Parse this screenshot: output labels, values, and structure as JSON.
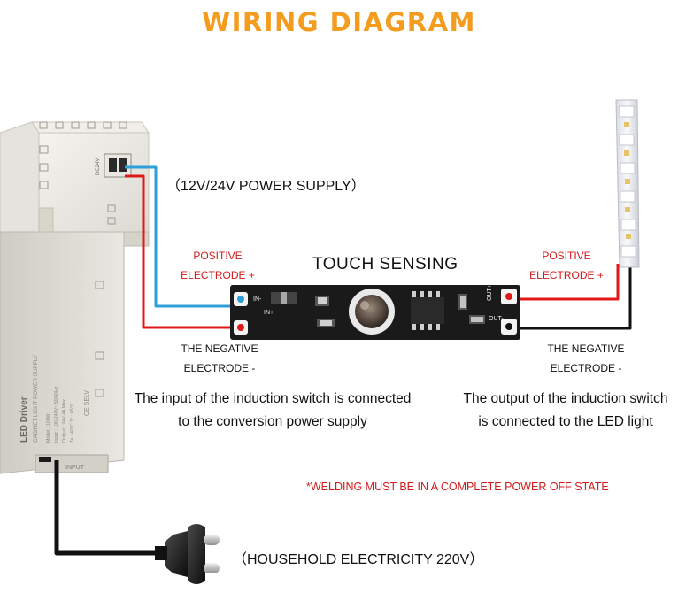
{
  "title": "WIRING DIAGRAM",
  "labels": {
    "power_supply": "（12V/24V POWER SUPPLY）",
    "touch_sensing": "TOUCH SENSING",
    "positive_left": [
      "POSITIVE",
      "ELECTRODE +"
    ],
    "positive_right": [
      "POSITIVE",
      "ELECTRODE +"
    ],
    "negative_left": [
      "THE NEGATIVE",
      "ELECTRODE -"
    ],
    "negative_right": [
      "THE NEGATIVE",
      "ELECTRODE -"
    ],
    "input_description": [
      "The input of the induction switch is connected",
      "to the conversion power supply"
    ],
    "output_description": [
      "The output of the induction switch",
      "is connected to the LED light"
    ],
    "warning": "*WELDING MUST BE IN A COMPLETE POWER OFF STATE",
    "household": "（HOUSEHOLD ELECTRICITY 220V）"
  },
  "driver": {
    "title": "LED Driver",
    "subtitle": "CABINET LIGHT POWER SUPPLY",
    "specs": [
      "Model : 100W",
      "Input : 100-240V~ 50/60Hz",
      "Output : 24V  4A  Max",
      "Ta : 40°C   Tc : 65°C"
    ],
    "marks": "CE  SELV",
    "input_tag": "INPUT",
    "output_tag": "DC24V"
  },
  "module": {
    "in_plus": "IN+",
    "in_minus": "IN-",
    "out_plus": "OUT+",
    "out_minus": "OUT-"
  },
  "colors": {
    "title": "#f39c1d",
    "positive_wire": "#e01818",
    "negative_wire_input": "#2d9fd9",
    "negative_wire_output": "#111111",
    "warning": "#d21b1b",
    "pcb": "#1a1a1a"
  },
  "icons": [
    "led-driver-icon",
    "touch-sensor-module-icon",
    "led-strip-icon",
    "power-plug-icon"
  ]
}
